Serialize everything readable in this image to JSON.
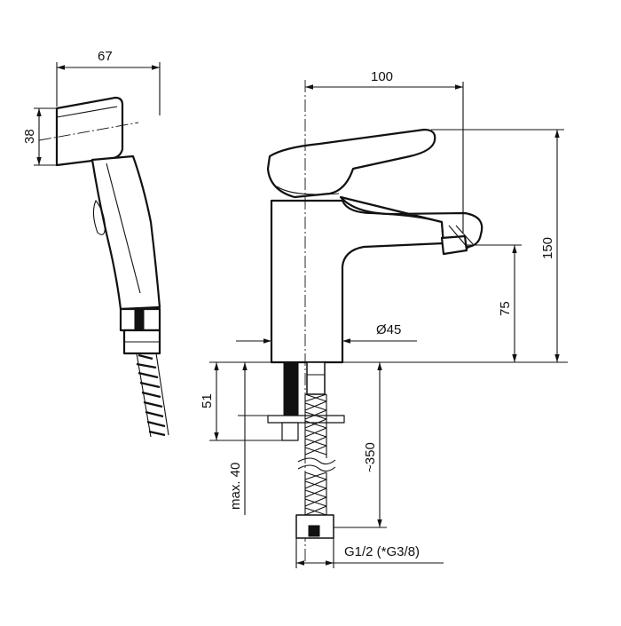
{
  "dimensions": {
    "spray_width": "67",
    "spray_height": "38",
    "spout_reach": "100",
    "total_height": "150",
    "outlet_height": "75",
    "body_diameter": "Ø45",
    "shank_length": "51",
    "max_thickness": "max. 40",
    "hose_length": "~350",
    "connection": "G1/2 (*G3/8)"
  }
}
